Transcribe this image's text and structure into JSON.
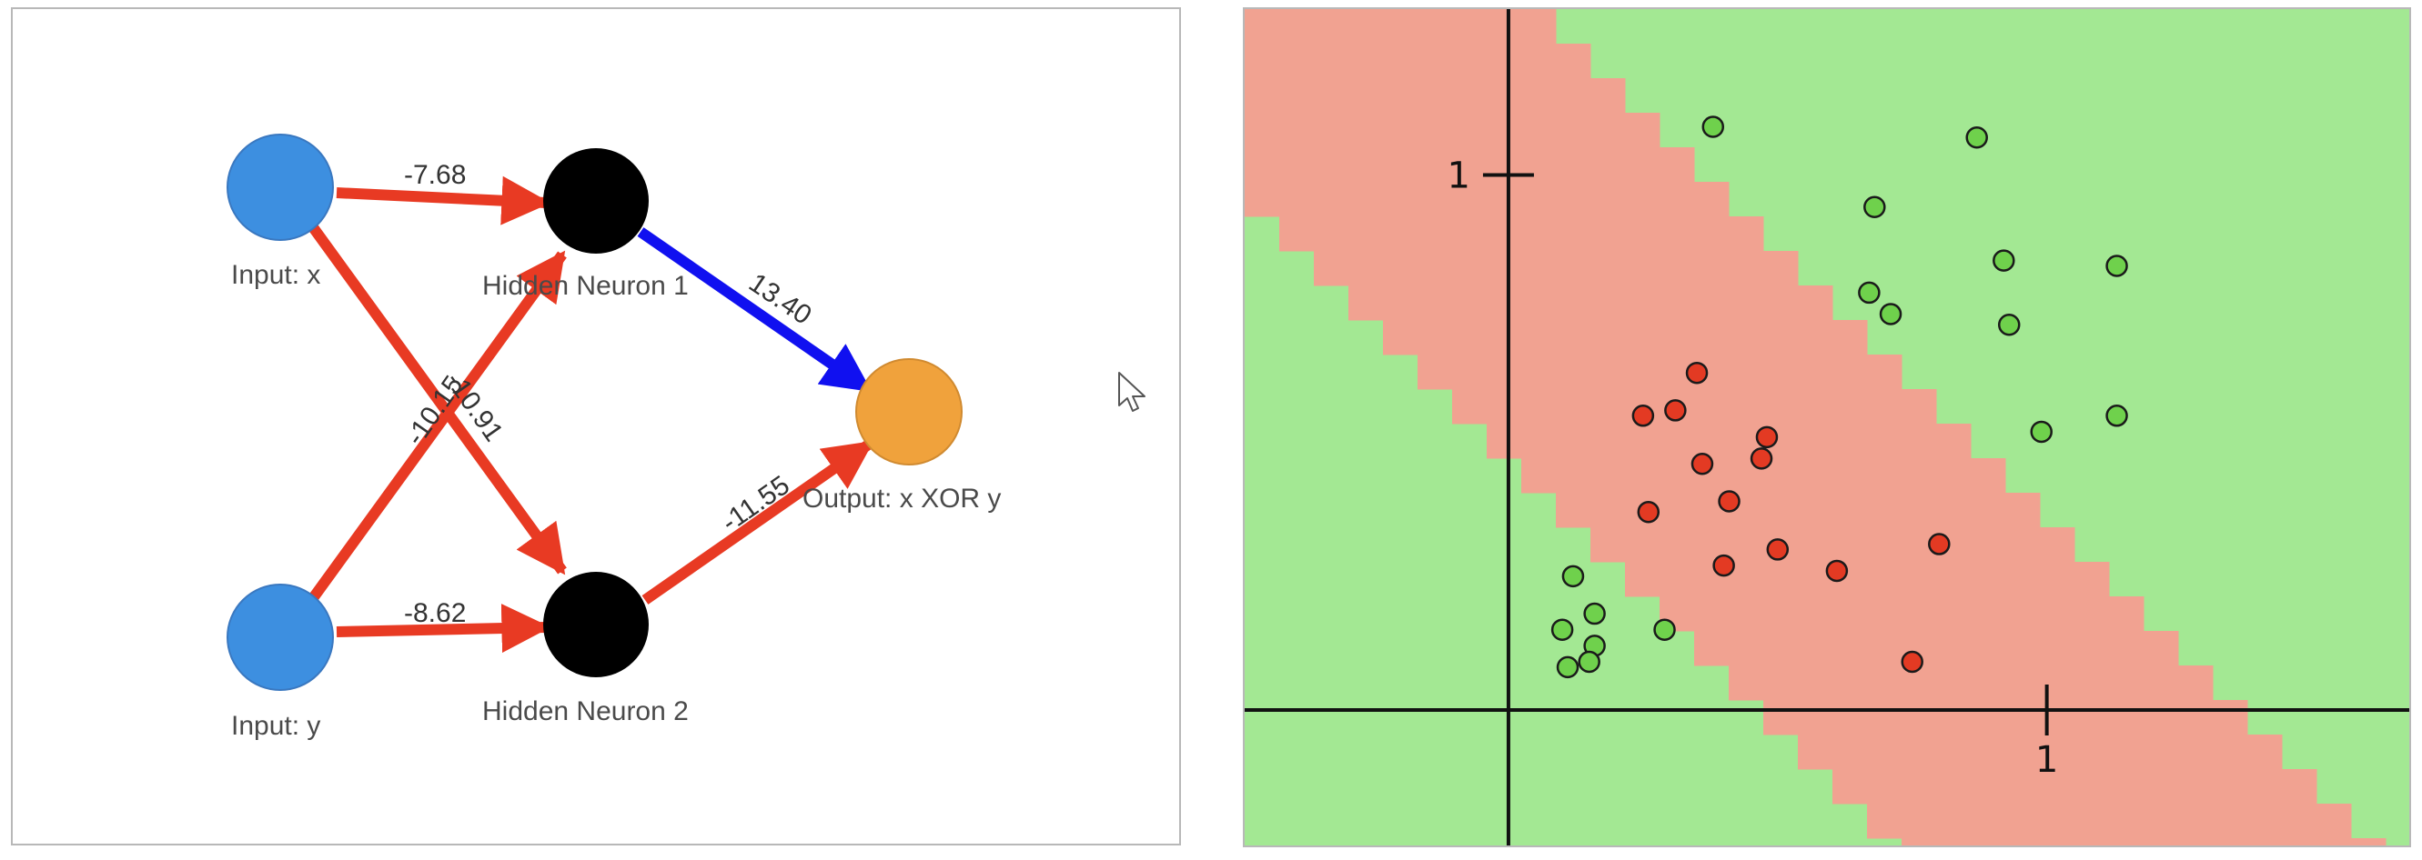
{
  "network": {
    "nodes": {
      "input_x": {
        "label": "Input: x",
        "color": "#3d8fe0"
      },
      "input_y": {
        "label": "Input: y",
        "color": "#3d8fe0"
      },
      "hidden_1": {
        "label": "Hidden Neuron 1",
        "color": "#000000"
      },
      "hidden_2": {
        "label": "Hidden Neuron 2",
        "color": "#000000"
      },
      "output": {
        "label": "Output: x XOR y",
        "color": "#f0a23c"
      }
    },
    "edges": {
      "x_h1": {
        "weight": "-7.68",
        "color": "#e83a23"
      },
      "x_h2": {
        "weight": "-10.15",
        "color": "#e83a23"
      },
      "y_h1": {
        "weight": "-10.91",
        "color": "#e83a23"
      },
      "y_h2": {
        "weight": "-8.62",
        "color": "#e83a23"
      },
      "h1_out": {
        "weight": "13.40",
        "color": "#1010f0"
      },
      "h2_out": {
        "weight": "-11.55",
        "color": "#e83a23"
      }
    }
  },
  "boundary": {
    "colors": {
      "class_positive": "#a3e893",
      "class_negative": "#f1a291",
      "point_green": "#6fd14c",
      "point_red": "#e33a23"
    },
    "axis_ticks": {
      "x_tick_label": "1",
      "y_tick_label": "1"
    }
  },
  "chart_data": {
    "type": "scatter",
    "xlim": [
      -0.49,
      1.68
    ],
    "ylim": [
      -0.26,
      1.31
    ],
    "grid": false,
    "series": [
      {
        "class": "green",
        "points": [
          [
            0.38,
            1.09
          ],
          [
            0.68,
            0.94
          ],
          [
            0.87,
            1.07
          ],
          [
            0.67,
            0.78
          ],
          [
            0.71,
            0.74
          ],
          [
            0.92,
            0.84
          ],
          [
            0.93,
            0.72
          ],
          [
            1.13,
            0.83
          ],
          [
            0.99,
            0.52
          ],
          [
            1.13,
            0.55
          ],
          [
            0.12,
            0.25
          ],
          [
            0.1,
            0.15
          ],
          [
            0.16,
            0.18
          ],
          [
            0.29,
            0.15
          ],
          [
            0.16,
            0.12
          ],
          [
            0.11,
            0.08
          ],
          [
            0.15,
            0.09
          ]
        ]
      },
      {
        "class": "red",
        "points": [
          [
            0.35,
            0.63
          ],
          [
            0.25,
            0.55
          ],
          [
            0.31,
            0.56
          ],
          [
            0.48,
            0.51
          ],
          [
            0.47,
            0.47
          ],
          [
            0.36,
            0.46
          ],
          [
            0.41,
            0.39
          ],
          [
            0.26,
            0.37
          ],
          [
            0.5,
            0.3
          ],
          [
            0.4,
            0.27
          ],
          [
            0.61,
            0.26
          ],
          [
            0.8,
            0.31
          ],
          [
            0.75,
            0.09
          ]
        ]
      }
    ]
  }
}
